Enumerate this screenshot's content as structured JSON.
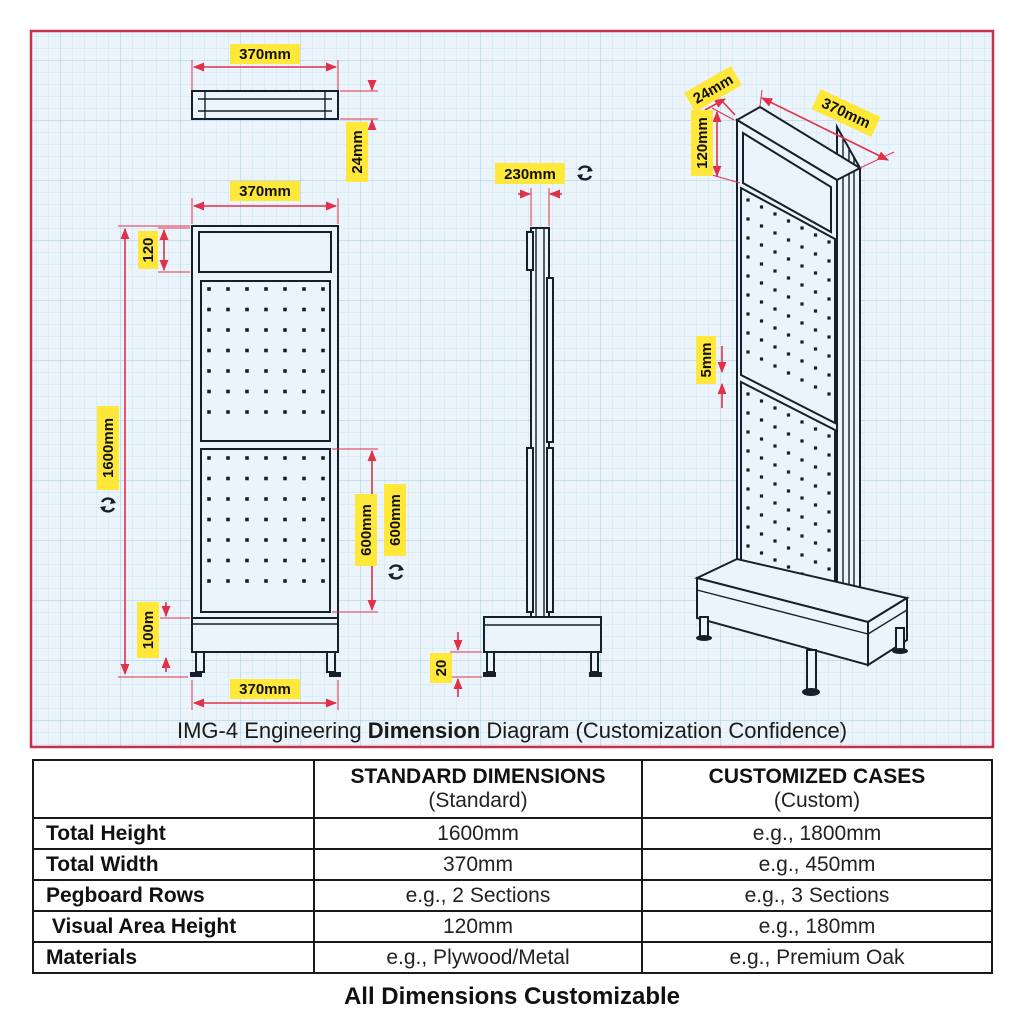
{
  "diagram": {
    "caption_prefix": "IMG-4 Engineering ",
    "caption_bold": "Dimension",
    "caption_suffix": " Diagram (Customization Confidence)",
    "top_view": {
      "width_label": "370mm",
      "thickness_label": "24mm"
    },
    "front_view": {
      "top_width_label": "370mm",
      "header_height_label": "120",
      "total_height_label": "1600mm",
      "panel_height_label": "600mm",
      "panel_height_label_alt": "600mm",
      "base_height_label": "100m",
      "base_width_label": "370mm"
    },
    "side_view": {
      "depth_label": "230mm",
      "foot_label": "20"
    },
    "iso_view": {
      "thickness_label": "24mm",
      "width_label": "370mm",
      "header_label": "120mm",
      "gap_label": "5mm"
    },
    "colors": {
      "grid": "#b5d7ea",
      "background": "#eaf4fa",
      "border": "#c8304a",
      "dimension": "#e0304a",
      "tag": "#ffe83a"
    },
    "icons": [
      "adjust-arrows-icon"
    ]
  },
  "table": {
    "headers": [
      {
        "title": "",
        "subtitle": ""
      },
      {
        "title": "STANDARD DIMENSIONS",
        "subtitle": "(Standard)"
      },
      {
        "title": "CUSTOMIZED CASES",
        "subtitle": "(Custom)"
      }
    ],
    "rows": [
      {
        "label": "Total Height",
        "standard": "1600mm",
        "custom": "e.g., 1800mm"
      },
      {
        "label": "Total Width",
        "standard": "370mm",
        "custom": "e.g., 450mm"
      },
      {
        "label": "Pegboard Rows",
        "standard": "e.g., 2 Sections",
        "custom": "e.g., 3 Sections"
      },
      {
        "label": " Visual Area Height",
        "standard": "120mm",
        "custom": "e.g., 180mm"
      },
      {
        "label": "Materials",
        "standard": "e.g., Plywood/Metal",
        "custom": "e.g., Premium Oak"
      }
    ]
  },
  "footer": "All Dimensions Customizable"
}
